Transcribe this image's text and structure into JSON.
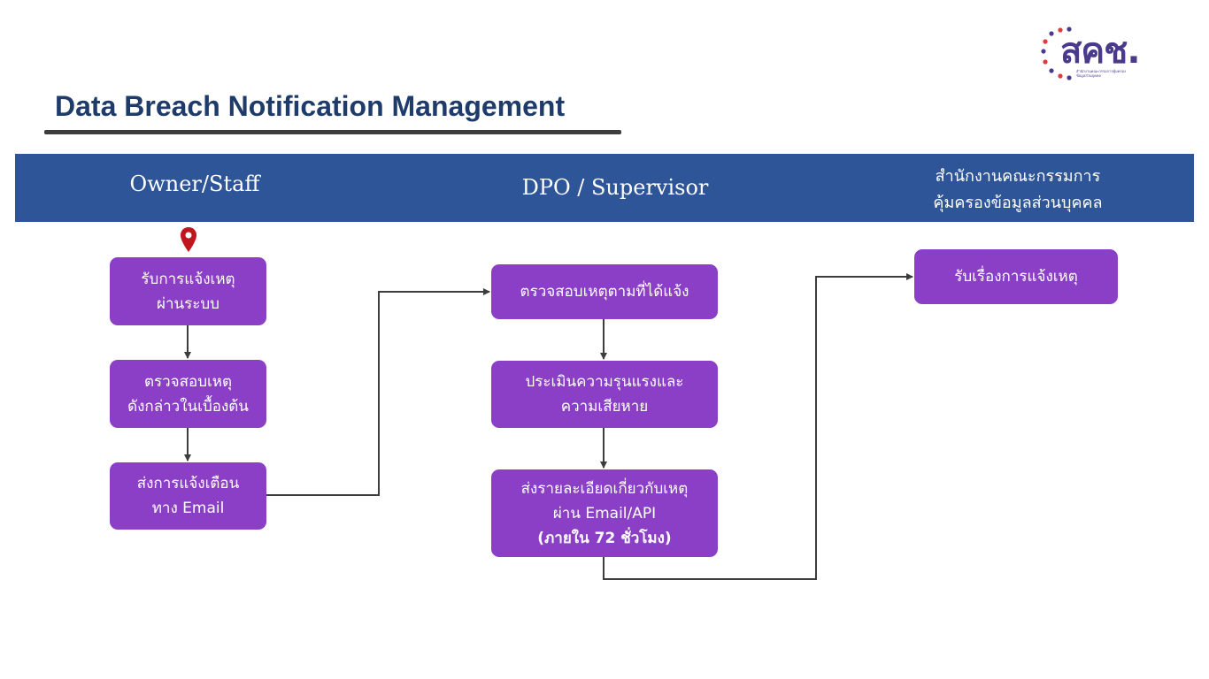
{
  "logo": {
    "text": "สคช.",
    "subtitle_lines": [
      "สำนักงานคณะกรรมการคุ้มครอง",
      "ข้อมูลส่วนบุคคล"
    ],
    "dot_colors": [
      "#e23b3b",
      "#4b3a8c"
    ]
  },
  "page": {
    "title": "Data Breach Notification Management",
    "title_color": "#1f3b6a"
  },
  "header": {
    "color": "#2e5597",
    "lanes": {
      "owner": "Owner/Staff",
      "dpo": "DPO / Supervisor",
      "office_line1": "สำนักงานคณะกรรมการ",
      "office_line2": "คุ้มครองข้อมูลส่วนบุคคล"
    }
  },
  "start_marker": {
    "icon": "map-pin-icon",
    "color": "#c0161e"
  },
  "steps": {
    "receive_report": {
      "line1": "รับการแจ้งเหตุ",
      "line2": "ผ่านระบบ"
    },
    "initial_check": {
      "line1": "ตรวจสอบเหตุ",
      "line2": "ดังกล่าวในเบื้องต้น"
    },
    "send_alert": {
      "line1": "ส่งการแจ้งเตือน",
      "line2": "ทาง Email"
    },
    "verify_report": {
      "line1": "ตรวจสอบเหตุตามที่ได้แจ้ง"
    },
    "assess": {
      "line1": "ประเมินความรุนแรงและ",
      "line2": "ความเสียหาย"
    },
    "send_details": {
      "line1": "ส่งรายละเอียดเกี่ยวกับเหตุ",
      "line2": "ผ่าน Email/API",
      "line3": "(ภายใน 72 ชั่วโมง)"
    },
    "receive_case": {
      "line1": "รับเรื่องการแจ้งเหตุ"
    }
  },
  "box_color": "#8a3fc6",
  "connector_color": "#3d3d3d"
}
